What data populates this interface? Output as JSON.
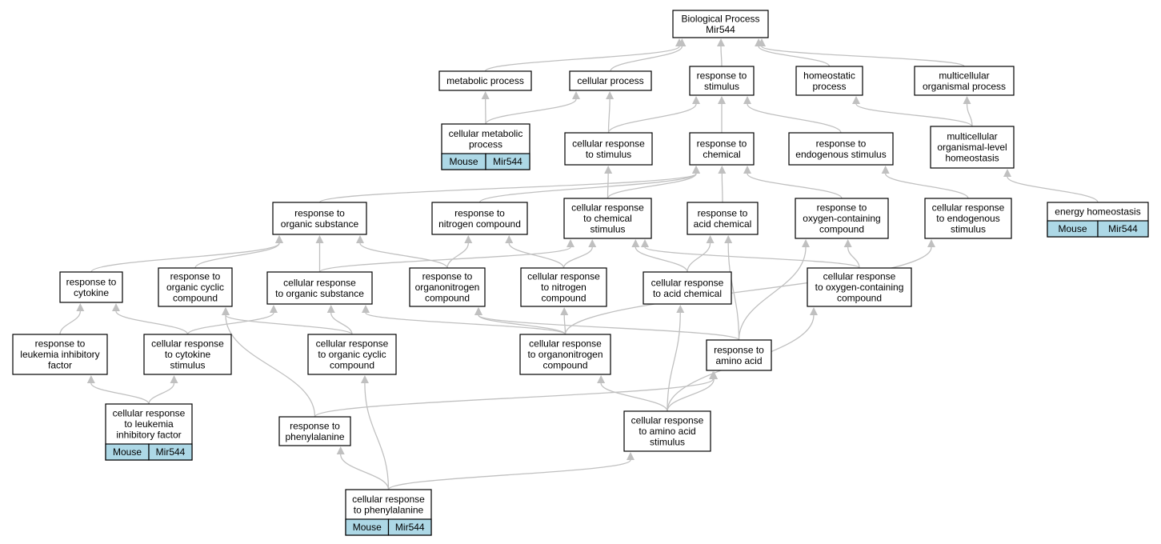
{
  "graph": {
    "nodes": {
      "root": {
        "lines": [
          "Biological Process",
          "Mir544"
        ]
      },
      "metabolic": {
        "lines": [
          "metabolic process"
        ]
      },
      "cellular_process": {
        "lines": [
          "cellular process"
        ]
      },
      "resp_stim": {
        "lines": [
          "response to",
          "stimulus"
        ]
      },
      "homeostatic": {
        "lines": [
          "homeostatic",
          "process"
        ]
      },
      "multicell_proc": {
        "lines": [
          "multicellular",
          "organismal process"
        ]
      },
      "cell_metabolic": {
        "lines": [
          "cellular metabolic",
          "process"
        ],
        "tags": [
          "Mouse",
          "Mir544"
        ]
      },
      "cell_resp_stim": {
        "lines": [
          "cellular response",
          "to stimulus"
        ]
      },
      "resp_chem": {
        "lines": [
          "response to",
          "chemical"
        ]
      },
      "resp_endo": {
        "lines": [
          "response to",
          "endogenous stimulus"
        ]
      },
      "multicell_homeo": {
        "lines": [
          "multicellular",
          "organismal-level",
          "homeostasis"
        ]
      },
      "resp_organic": {
        "lines": [
          "response to",
          "organic substance"
        ]
      },
      "resp_nitrogen": {
        "lines": [
          "response to",
          "nitrogen compound"
        ]
      },
      "cell_resp_chem": {
        "lines": [
          "cellular response",
          "to chemical",
          "stimulus"
        ]
      },
      "resp_acid": {
        "lines": [
          "response to",
          "acid chemical"
        ]
      },
      "resp_oxy": {
        "lines": [
          "response to",
          "oxygen-containing",
          "compound"
        ]
      },
      "cell_resp_endo": {
        "lines": [
          "cellular response",
          "to endogenous",
          "stimulus"
        ]
      },
      "energy_homeo": {
        "lines": [
          "energy homeostasis"
        ],
        "tags": [
          "Mouse",
          "Mir544"
        ]
      },
      "resp_cytokine": {
        "lines": [
          "response to",
          "cytokine"
        ]
      },
      "resp_org_cyclic": {
        "lines": [
          "response to",
          "organic cyclic",
          "compound"
        ]
      },
      "cell_resp_organic": {
        "lines": [
          "cellular response",
          "to organic substance"
        ]
      },
      "resp_organonitro": {
        "lines": [
          "response to",
          "organonitrogen",
          "compound"
        ]
      },
      "cell_resp_nitrogen": {
        "lines": [
          "cellular response",
          "to nitrogen",
          "compound"
        ]
      },
      "cell_resp_acid": {
        "lines": [
          "cellular response",
          "to acid chemical"
        ]
      },
      "cell_resp_oxy": {
        "lines": [
          "cellular response",
          "to oxygen-containing",
          "compound"
        ]
      },
      "resp_lif": {
        "lines": [
          "response to",
          "leukemia inhibitory",
          "factor"
        ]
      },
      "cell_resp_cytokine": {
        "lines": [
          "cellular response",
          "to cytokine",
          "stimulus"
        ]
      },
      "cell_resp_org_cyclic": {
        "lines": [
          "cellular response",
          "to organic cyclic",
          "compound"
        ]
      },
      "cell_resp_organonitro": {
        "lines": [
          "cellular response",
          "to organonitrogen",
          "compound"
        ]
      },
      "resp_amino": {
        "lines": [
          "response to",
          "amino acid"
        ]
      },
      "cell_resp_lif": {
        "lines": [
          "cellular response",
          "to leukemia",
          "inhibitory factor"
        ],
        "tags": [
          "Mouse",
          "Mir544"
        ]
      },
      "resp_phe": {
        "lines": [
          "response to",
          "phenylalanine"
        ]
      },
      "cell_resp_amino": {
        "lines": [
          "cellular response",
          "to amino acid",
          "stimulus"
        ]
      },
      "cell_resp_phe": {
        "lines": [
          "cellular response",
          "to phenylalanine"
        ],
        "tags": [
          "Mouse",
          "Mir544"
        ]
      }
    },
    "edges": [
      [
        "metabolic",
        "root"
      ],
      [
        "cellular_process",
        "root"
      ],
      [
        "resp_stim",
        "root"
      ],
      [
        "homeostatic",
        "root"
      ],
      [
        "multicell_proc",
        "root"
      ],
      [
        "cell_metabolic",
        "metabolic"
      ],
      [
        "cell_metabolic",
        "cellular_process"
      ],
      [
        "cell_resp_stim",
        "cellular_process"
      ],
      [
        "cell_resp_stim",
        "resp_stim"
      ],
      [
        "resp_chem",
        "resp_stim"
      ],
      [
        "resp_endo",
        "resp_stim"
      ],
      [
        "multicell_homeo",
        "homeostatic"
      ],
      [
        "multicell_homeo",
        "multicell_proc"
      ],
      [
        "energy_homeo",
        "multicell_homeo"
      ],
      [
        "resp_organic",
        "resp_chem"
      ],
      [
        "resp_nitrogen",
        "resp_chem"
      ],
      [
        "cell_resp_chem",
        "resp_chem"
      ],
      [
        "cell_resp_chem",
        "cell_resp_stim"
      ],
      [
        "resp_acid",
        "resp_chem"
      ],
      [
        "resp_oxy",
        "resp_chem"
      ],
      [
        "cell_resp_endo",
        "resp_endo"
      ],
      [
        "resp_cytokine",
        "resp_organic"
      ],
      [
        "resp_org_cyclic",
        "resp_organic"
      ],
      [
        "cell_resp_organic",
        "resp_organic"
      ],
      [
        "cell_resp_organic",
        "cell_resp_chem"
      ],
      [
        "resp_organonitro",
        "resp_organic"
      ],
      [
        "resp_organonitro",
        "resp_nitrogen"
      ],
      [
        "cell_resp_nitrogen",
        "resp_nitrogen"
      ],
      [
        "cell_resp_nitrogen",
        "cell_resp_chem"
      ],
      [
        "cell_resp_acid",
        "resp_acid"
      ],
      [
        "cell_resp_acid",
        "cell_resp_chem"
      ],
      [
        "cell_resp_oxy",
        "resp_oxy"
      ],
      [
        "cell_resp_oxy",
        "cell_resp_chem"
      ],
      [
        "resp_lif",
        "resp_cytokine"
      ],
      [
        "cell_resp_cytokine",
        "resp_cytokine"
      ],
      [
        "cell_resp_cytokine",
        "cell_resp_organic"
      ],
      [
        "cell_resp_org_cyclic",
        "resp_org_cyclic"
      ],
      [
        "cell_resp_org_cyclic",
        "cell_resp_organic"
      ],
      [
        "cell_resp_organonitro",
        "resp_organonitro"
      ],
      [
        "cell_resp_organonitro",
        "cell_resp_nitrogen"
      ],
      [
        "cell_resp_organonitro",
        "cell_resp_organic"
      ],
      [
        "cell_resp_organonitro",
        "cell_resp_endo"
      ],
      [
        "resp_amino",
        "resp_organonitro"
      ],
      [
        "resp_amino",
        "resp_acid"
      ],
      [
        "resp_amino",
        "resp_oxy"
      ],
      [
        "cell_resp_lif",
        "resp_lif"
      ],
      [
        "cell_resp_lif",
        "cell_resp_cytokine"
      ],
      [
        "resp_phe",
        "resp_amino"
      ],
      [
        "resp_phe",
        "resp_org_cyclic"
      ],
      [
        "cell_resp_amino",
        "resp_amino"
      ],
      [
        "cell_resp_amino",
        "cell_resp_organonitro"
      ],
      [
        "cell_resp_amino",
        "cell_resp_acid"
      ],
      [
        "cell_resp_amino",
        "cell_resp_oxy"
      ],
      [
        "cell_resp_phe",
        "resp_phe"
      ],
      [
        "cell_resp_phe",
        "cell_resp_amino"
      ],
      [
        "cell_resp_phe",
        "cell_resp_org_cyclic"
      ]
    ]
  }
}
